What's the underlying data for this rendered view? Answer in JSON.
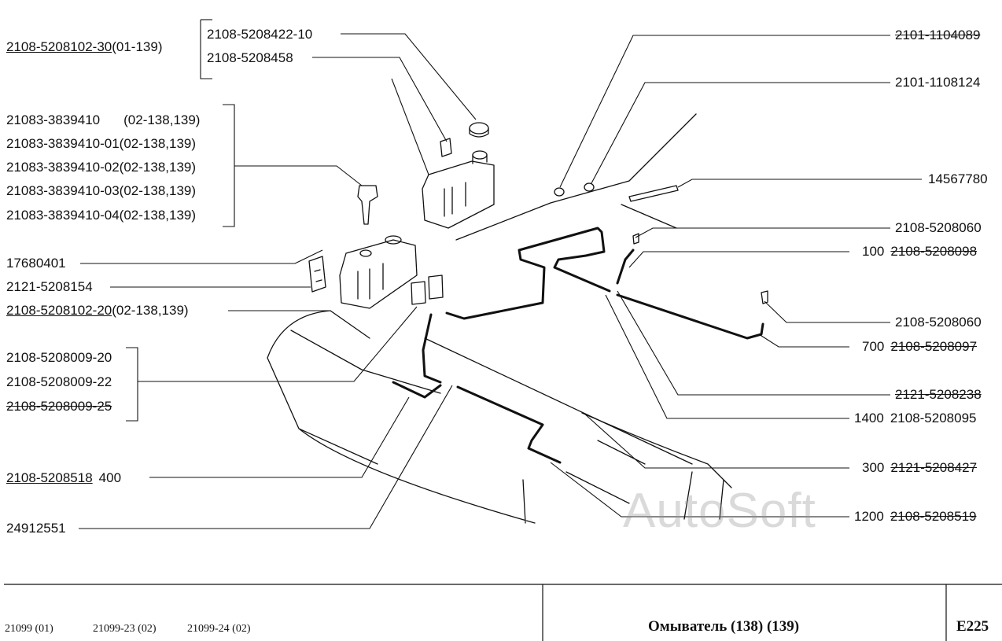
{
  "labels": {
    "l_top1": "2108-5208422-10",
    "l_top2": "2108-5208458",
    "l_30": "2108-5208102-30",
    "l_30s": "(01-139)",
    "l_a1": "21083-3839410",
    "l_a1s": "(02-138,139)",
    "l_a2": "21083-3839410-01(02-138,139)",
    "l_a3": "21083-3839410-02(02-138,139)",
    "l_a4": "21083-3839410-03(02-138,139)",
    "l_a5": "21083-3839410-04(02-138,139)",
    "l_176": "17680401",
    "l_2121": "2121-5208154",
    "l_20": "2108-5208102-20",
    "l_20s": "(02-138,139)",
    "l_b1": "2108-5208009-20",
    "l_b2": "2108-5208009-22",
    "l_b3": "2108-5208009-25",
    "l_518": "2108-5208518",
    "l_518q": "400",
    "l_249": "24912551",
    "r1": "2101-1104089",
    "r2": "2101-1108124",
    "r3": "14567780",
    "r4": "2108-5208060",
    "r5q": "100",
    "r5": "2108-5208098",
    "r6": "2108-5208060",
    "r7q": "700",
    "r7": "2108-5208097",
    "r8": "2121-5208238",
    "r9q": "1400",
    "r9": "2108-5208095",
    "r10q": "300",
    "r10": "2121-5208427",
    "r11q": "1200",
    "r11": "2108-5208519"
  },
  "watermark": "AutoSoft",
  "footer": {
    "models": [
      "21099 (01)",
      "21099-23 (02)",
      "21099-24 (02)"
    ],
    "title": "Омыватель (138) (139)",
    "code": "E225"
  }
}
